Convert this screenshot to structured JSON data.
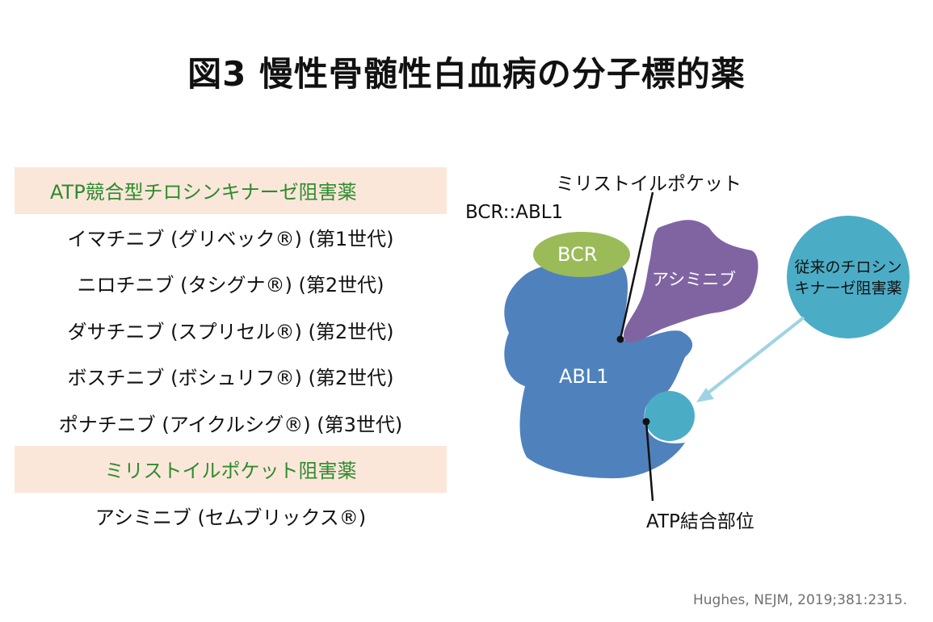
{
  "title": "図3 慢性骨髄性白血病の分子標的薬",
  "drug_table": {
    "atp_header": "ATP競合型チロシンキナーゼ阻害薬",
    "atp_drugs": [
      "イマチニブ (グリベック®) (第1世代)",
      "ニロチニブ (タシグナ®) (第2世代)",
      "ダサチニブ (スプリセル®) (第2世代)",
      "ボスチニブ (ボシュリフ®) (第2世代)",
      "ポナチニブ (アイクルシグ®) (第3世代)"
    ],
    "myristoyl_header": "ミリストイルポケット阻害薬",
    "myristoyl_drugs": [
      "アシミニブ (セムブリックス®)"
    ]
  },
  "diagram": {
    "fusion_label": "BCR::ABL1",
    "bcr_label": "BCR",
    "abl1_label": "ABL1",
    "asciminib_label": "アシミニブ",
    "myristoyl_pocket_label": "ミリストイルポケット",
    "conventional_tki_label_line1": "従来のチロシン",
    "conventional_tki_label_line2": "キナーゼ阻害薬",
    "atp_site_label": "ATP結合部位",
    "colors": {
      "abl1": "#4f82bd",
      "bcr": "#9bbb59",
      "asciminib": "#8064a2",
      "tki": "#4bacc6",
      "arrow": "#9fd3e3",
      "header_bg": "#fbe7da",
      "header_text": "#2e8b2e"
    }
  },
  "citation": "Hughes, NEJM, 2019;381:2315."
}
